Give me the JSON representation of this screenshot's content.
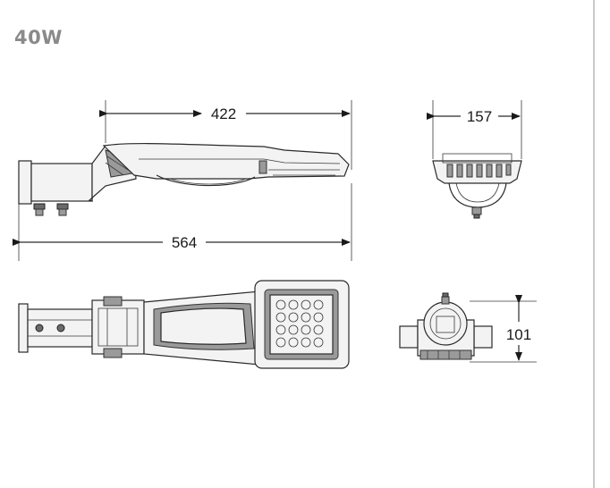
{
  "header": {
    "title": "40W"
  },
  "dimensions": {
    "top_length": "422",
    "overall_length": "564",
    "front_width": "157",
    "side_height": "101"
  }
}
